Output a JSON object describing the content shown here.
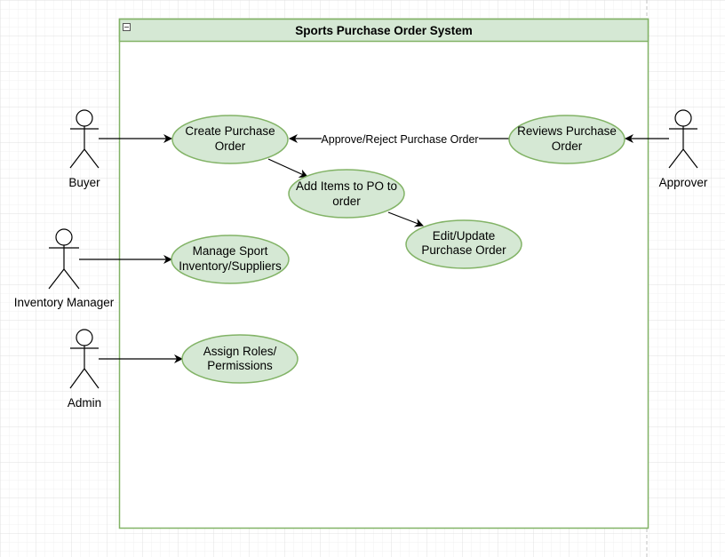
{
  "system": {
    "title": "Sports Purchase Order System",
    "fill_color": "#d5e8d4",
    "stroke_color": "#82b366"
  },
  "actors": {
    "buyer": "Buyer",
    "inventory_manager": "Inventory Manager",
    "admin": "Admin",
    "approver": "Approver"
  },
  "use_cases": {
    "create_po": [
      "Create Purchase",
      "Order"
    ],
    "add_items": [
      "Add Items to PO to",
      "order"
    ],
    "edit_po": [
      "Edit/Update",
      "Purchase Order"
    ],
    "reviews_po": [
      "Reviews Purchase",
      "Order"
    ],
    "manage_inventory": [
      "Manage Sport",
      "Inventory/Suppliers"
    ],
    "assign_roles": [
      "Assign Roles/",
      "Permissions"
    ]
  },
  "edges": {
    "approve_reject": "Approve/Reject Purchase Order"
  },
  "icons": {
    "collapse": "collapse-icon",
    "actor": "stick-figure-icon"
  }
}
